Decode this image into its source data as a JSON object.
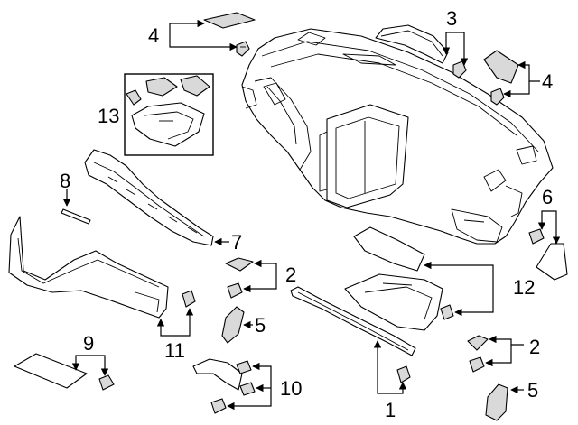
{
  "diagram": {
    "callouts": {
      "c1": "1",
      "c2a": "2",
      "c2b": "2",
      "c3": "3",
      "c4a": "4",
      "c4b": "4",
      "c5a": "5",
      "c5b": "5",
      "c6": "6",
      "c7": "7",
      "c8": "8",
      "c9": "9",
      "c10": "10",
      "c11": "11",
      "c12": "12",
      "c13": "13"
    }
  }
}
